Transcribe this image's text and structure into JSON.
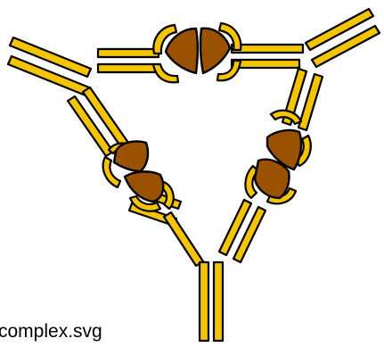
{
  "caption": {
    "filename": "complex.svg"
  },
  "colors": {
    "antibody": "#F5C400",
    "antigen": "#9A5100",
    "outline": "#000000",
    "background": "#ffffff"
  },
  "diagram": {
    "antibody_count": 3,
    "antigen_count": 3
  }
}
